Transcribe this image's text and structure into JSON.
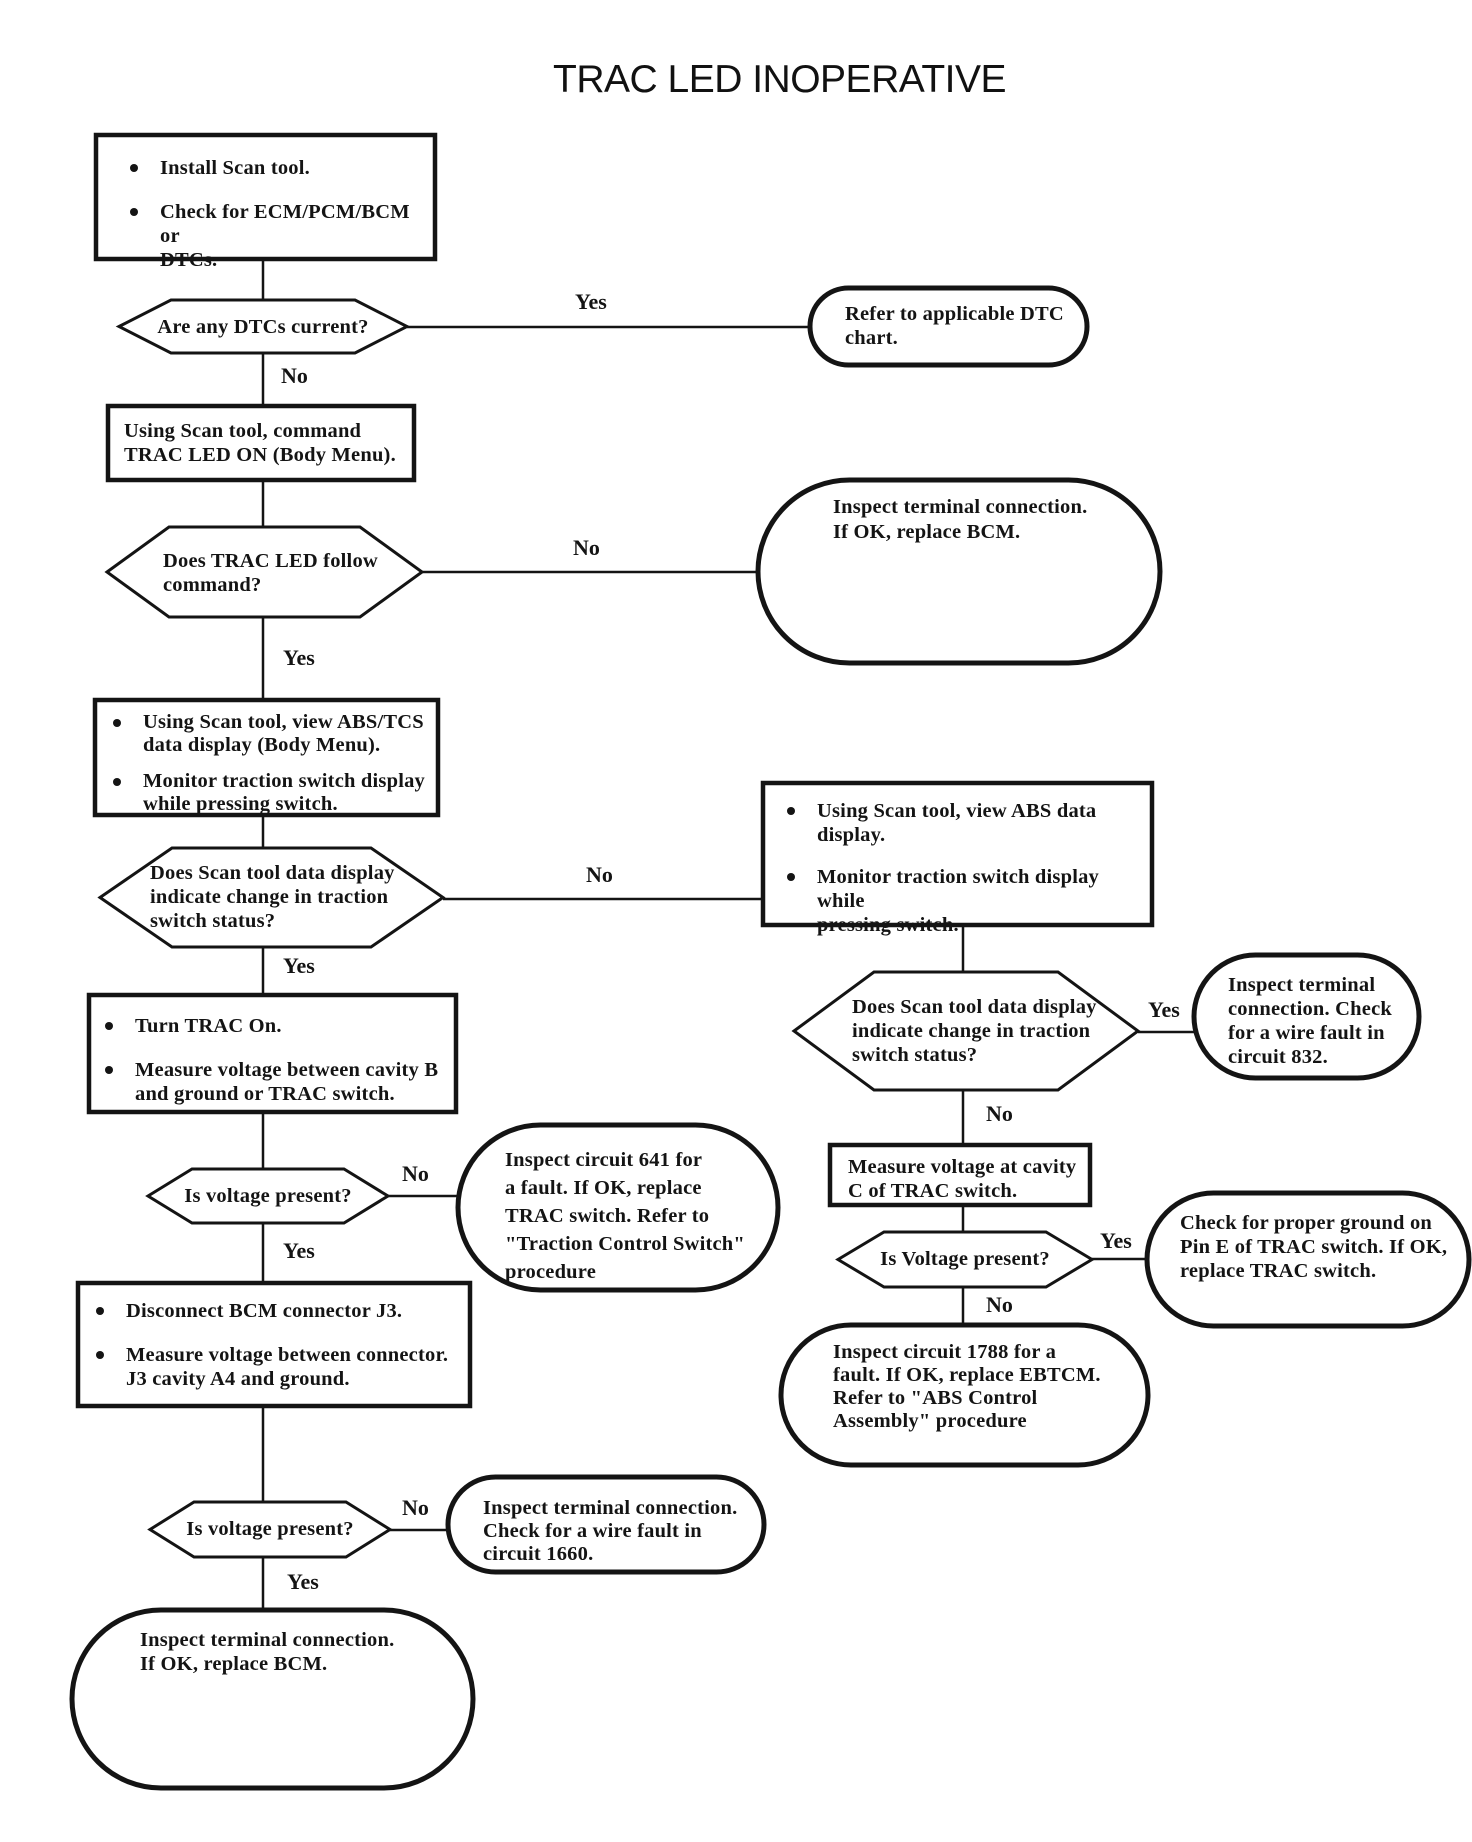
{
  "title": "TRAC LED INOPERATIVE",
  "nodes": {
    "install_scan": {
      "type": "process",
      "bullets": [
        {
          "lines": [
            "Install Scan tool."
          ]
        },
        {
          "lines": [
            "Check for ECM/PCM/BCM or",
            "DTCs."
          ]
        }
      ]
    },
    "dtcs_current": {
      "type": "decision",
      "lines": [
        "Are any DTCs current?"
      ]
    },
    "refer_dtc_chart": {
      "type": "terminal",
      "lines": [
        "Refer to applicable DTC",
        "chart."
      ]
    },
    "command_trac_led": {
      "type": "process",
      "lines": [
        "Using Scan tool, command",
        "TRAC LED ON (Body Menu)."
      ]
    },
    "led_follow": {
      "type": "decision",
      "lines": [
        "Does TRAC LED follow",
        "command?"
      ]
    },
    "replace_bcm_top": {
      "type": "terminal",
      "lines": [
        "Inspect terminal connection.",
        "If OK, replace BCM."
      ]
    },
    "view_abs_tcs": {
      "type": "process",
      "bullets": [
        {
          "lines": [
            "Using Scan tool, view ABS/TCS",
            "data display (Body Menu)."
          ]
        },
        {
          "lines": [
            "Monitor traction switch display",
            "while pressing switch."
          ]
        }
      ]
    },
    "switch_status_left": {
      "type": "decision",
      "lines": [
        "Does Scan tool data display",
        "indicate change in traction",
        "switch status?"
      ]
    },
    "view_abs": {
      "type": "process",
      "bullets": [
        {
          "lines": [
            "Using Scan tool, view ABS data",
            "display."
          ]
        },
        {
          "lines": [
            "Monitor traction switch display while",
            "pressing switch."
          ]
        }
      ]
    },
    "turn_trac_on": {
      "type": "process",
      "bullets": [
        {
          "lines": [
            "Turn TRAC On."
          ]
        },
        {
          "lines": [
            "Measure voltage between cavity B",
            "and ground or TRAC switch."
          ]
        }
      ]
    },
    "switch_status_right": {
      "type": "decision",
      "lines": [
        "Does Scan tool data display",
        "indicate change in traction",
        "switch status?"
      ]
    },
    "circuit_832": {
      "type": "terminal",
      "lines": [
        "Inspect terminal",
        "connection. Check",
        "for a wire fault in",
        "circuit 832."
      ]
    },
    "voltage_present_1": {
      "type": "decision",
      "lines": [
        "Is voltage present?"
      ]
    },
    "circuit_641": {
      "type": "terminal",
      "lines": [
        "Inspect circuit 641 for",
        "a fault. If OK, replace",
        "TRAC switch. Refer to",
        "\"Traction Control Switch\"",
        "procedure"
      ]
    },
    "cavity_c": {
      "type": "process",
      "lines": [
        "Measure voltage at cavity",
        "C of TRAC switch."
      ]
    },
    "disconnect_j3": {
      "type": "process",
      "bullets": [
        {
          "lines": [
            "Disconnect BCM connector J3."
          ]
        },
        {
          "lines": [
            "Measure voltage between connector.",
            "J3 cavity A4 and ground."
          ]
        }
      ]
    },
    "voltage_present_2": {
      "type": "decision",
      "lines": [
        "Is Voltage present?"
      ]
    },
    "pin_e": {
      "type": "terminal",
      "lines": [
        "Check for proper ground on",
        "Pin E of TRAC switch. If OK,",
        "replace TRAC switch."
      ]
    },
    "circuit_1788": {
      "type": "terminal",
      "lines": [
        "Inspect circuit 1788 for a",
        "fault. If OK, replace EBTCM.",
        "Refer to \"ABS Control",
        "Assembly\" procedure"
      ]
    },
    "voltage_present_3": {
      "type": "decision",
      "lines": [
        "Is voltage present?"
      ]
    },
    "circuit_1660": {
      "type": "terminal",
      "lines": [
        "Inspect terminal connection.",
        "Check for a wire fault in",
        "circuit 1660."
      ]
    },
    "replace_bcm_bottom": {
      "type": "terminal",
      "lines": [
        "Inspect terminal connection.",
        "If OK, replace BCM."
      ]
    }
  },
  "edge_labels": {
    "dtcs_yes": "Yes",
    "dtcs_no": "No",
    "led_no": "No",
    "led_yes": "Yes",
    "status_left_no": "No",
    "status_left_yes": "Yes",
    "voltage1_no": "No",
    "voltage1_yes": "Yes",
    "status_right_yes": "Yes",
    "status_right_no": "No",
    "voltage2_yes": "Yes",
    "voltage2_no": "No",
    "voltage3_no": "No",
    "voltage3_yes": "Yes"
  },
  "ink_color": "#141414",
  "paper_color": "#ffffff"
}
